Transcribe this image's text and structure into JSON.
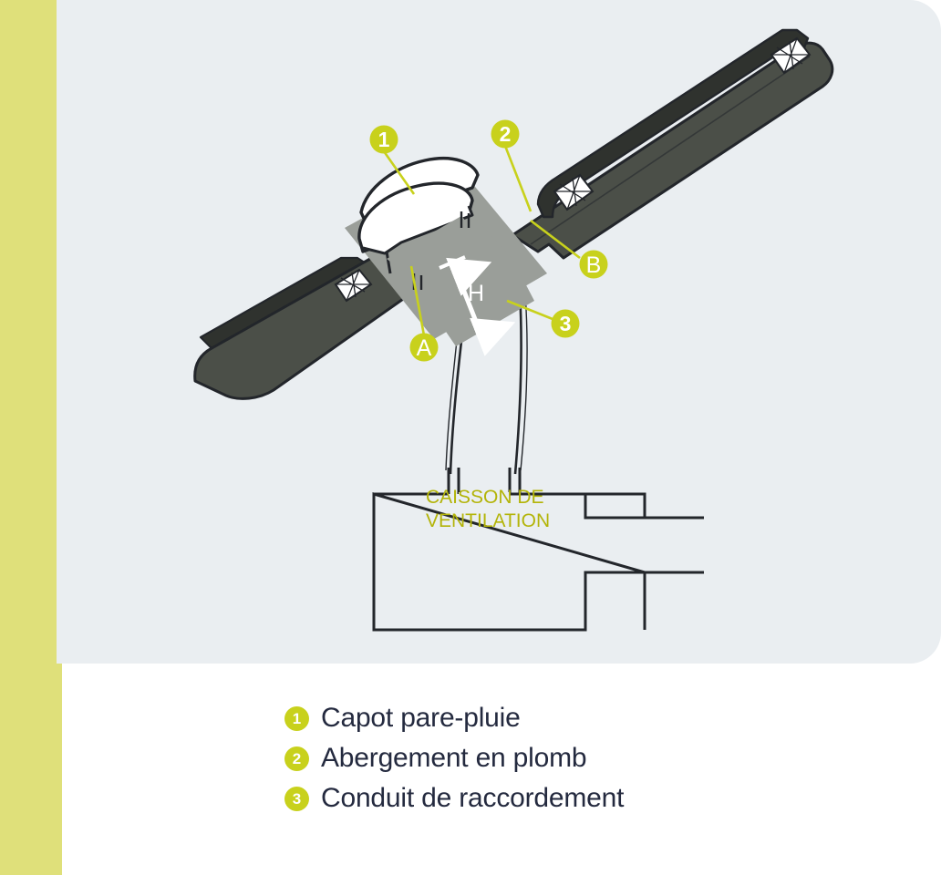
{
  "colors": {
    "accent_bar": "#dfe07a",
    "panel_bg": "#eaeef1",
    "marker": "#c8d11c",
    "legend_text": "#242a3f",
    "box_label_text": "#b3b409",
    "roof_dark": "#4b4f48",
    "roof_outline": "#23262b",
    "duct_grey": "#9a9e99",
    "line": "#23262b"
  },
  "diagram": {
    "callouts": [
      {
        "id": "1",
        "label": "1",
        "kind": "number"
      },
      {
        "id": "2",
        "label": "2",
        "kind": "number"
      },
      {
        "id": "3",
        "label": "3",
        "kind": "number"
      },
      {
        "id": "A",
        "label": "A",
        "kind": "letter"
      },
      {
        "id": "B",
        "label": "B",
        "kind": "letter"
      }
    ],
    "dimension_label": "H",
    "box": {
      "line1": "CAISSON DE",
      "line2": "VENTILATION"
    }
  },
  "legend": {
    "items": [
      {
        "num": "1",
        "label": "Capot pare-pluie"
      },
      {
        "num": "2",
        "label": "Abergement en plomb"
      },
      {
        "num": "3",
        "label": "Conduit de raccordement"
      }
    ]
  }
}
